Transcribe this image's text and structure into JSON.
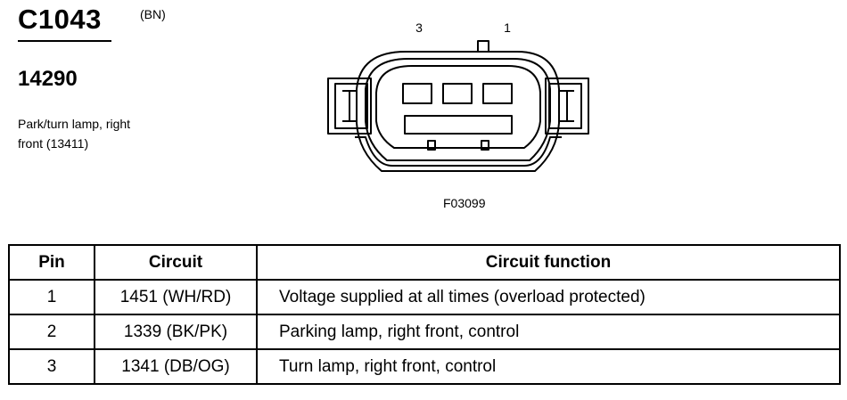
{
  "connector": {
    "id": "C1043",
    "color_code": "(BN)",
    "part_number": "14290",
    "description_line1": "Park/turn lamp, right",
    "description_line2": "front (13411)"
  },
  "diagram": {
    "pin_label_left": "3",
    "pin_label_right": "1",
    "figure_code": "F03099"
  },
  "table": {
    "headers": [
      "Pin",
      "Circuit",
      "Circuit function"
    ],
    "rows": [
      {
        "pin": "1",
        "circuit": "1451 (WH/RD)",
        "function": "Voltage supplied at all times (overload protected)"
      },
      {
        "pin": "2",
        "circuit": "1339 (BK/PK)",
        "function": "Parking lamp, right front, control"
      },
      {
        "pin": "3",
        "circuit": "1341 (DB/OG)",
        "function": "Turn lamp, right front, control"
      }
    ]
  }
}
